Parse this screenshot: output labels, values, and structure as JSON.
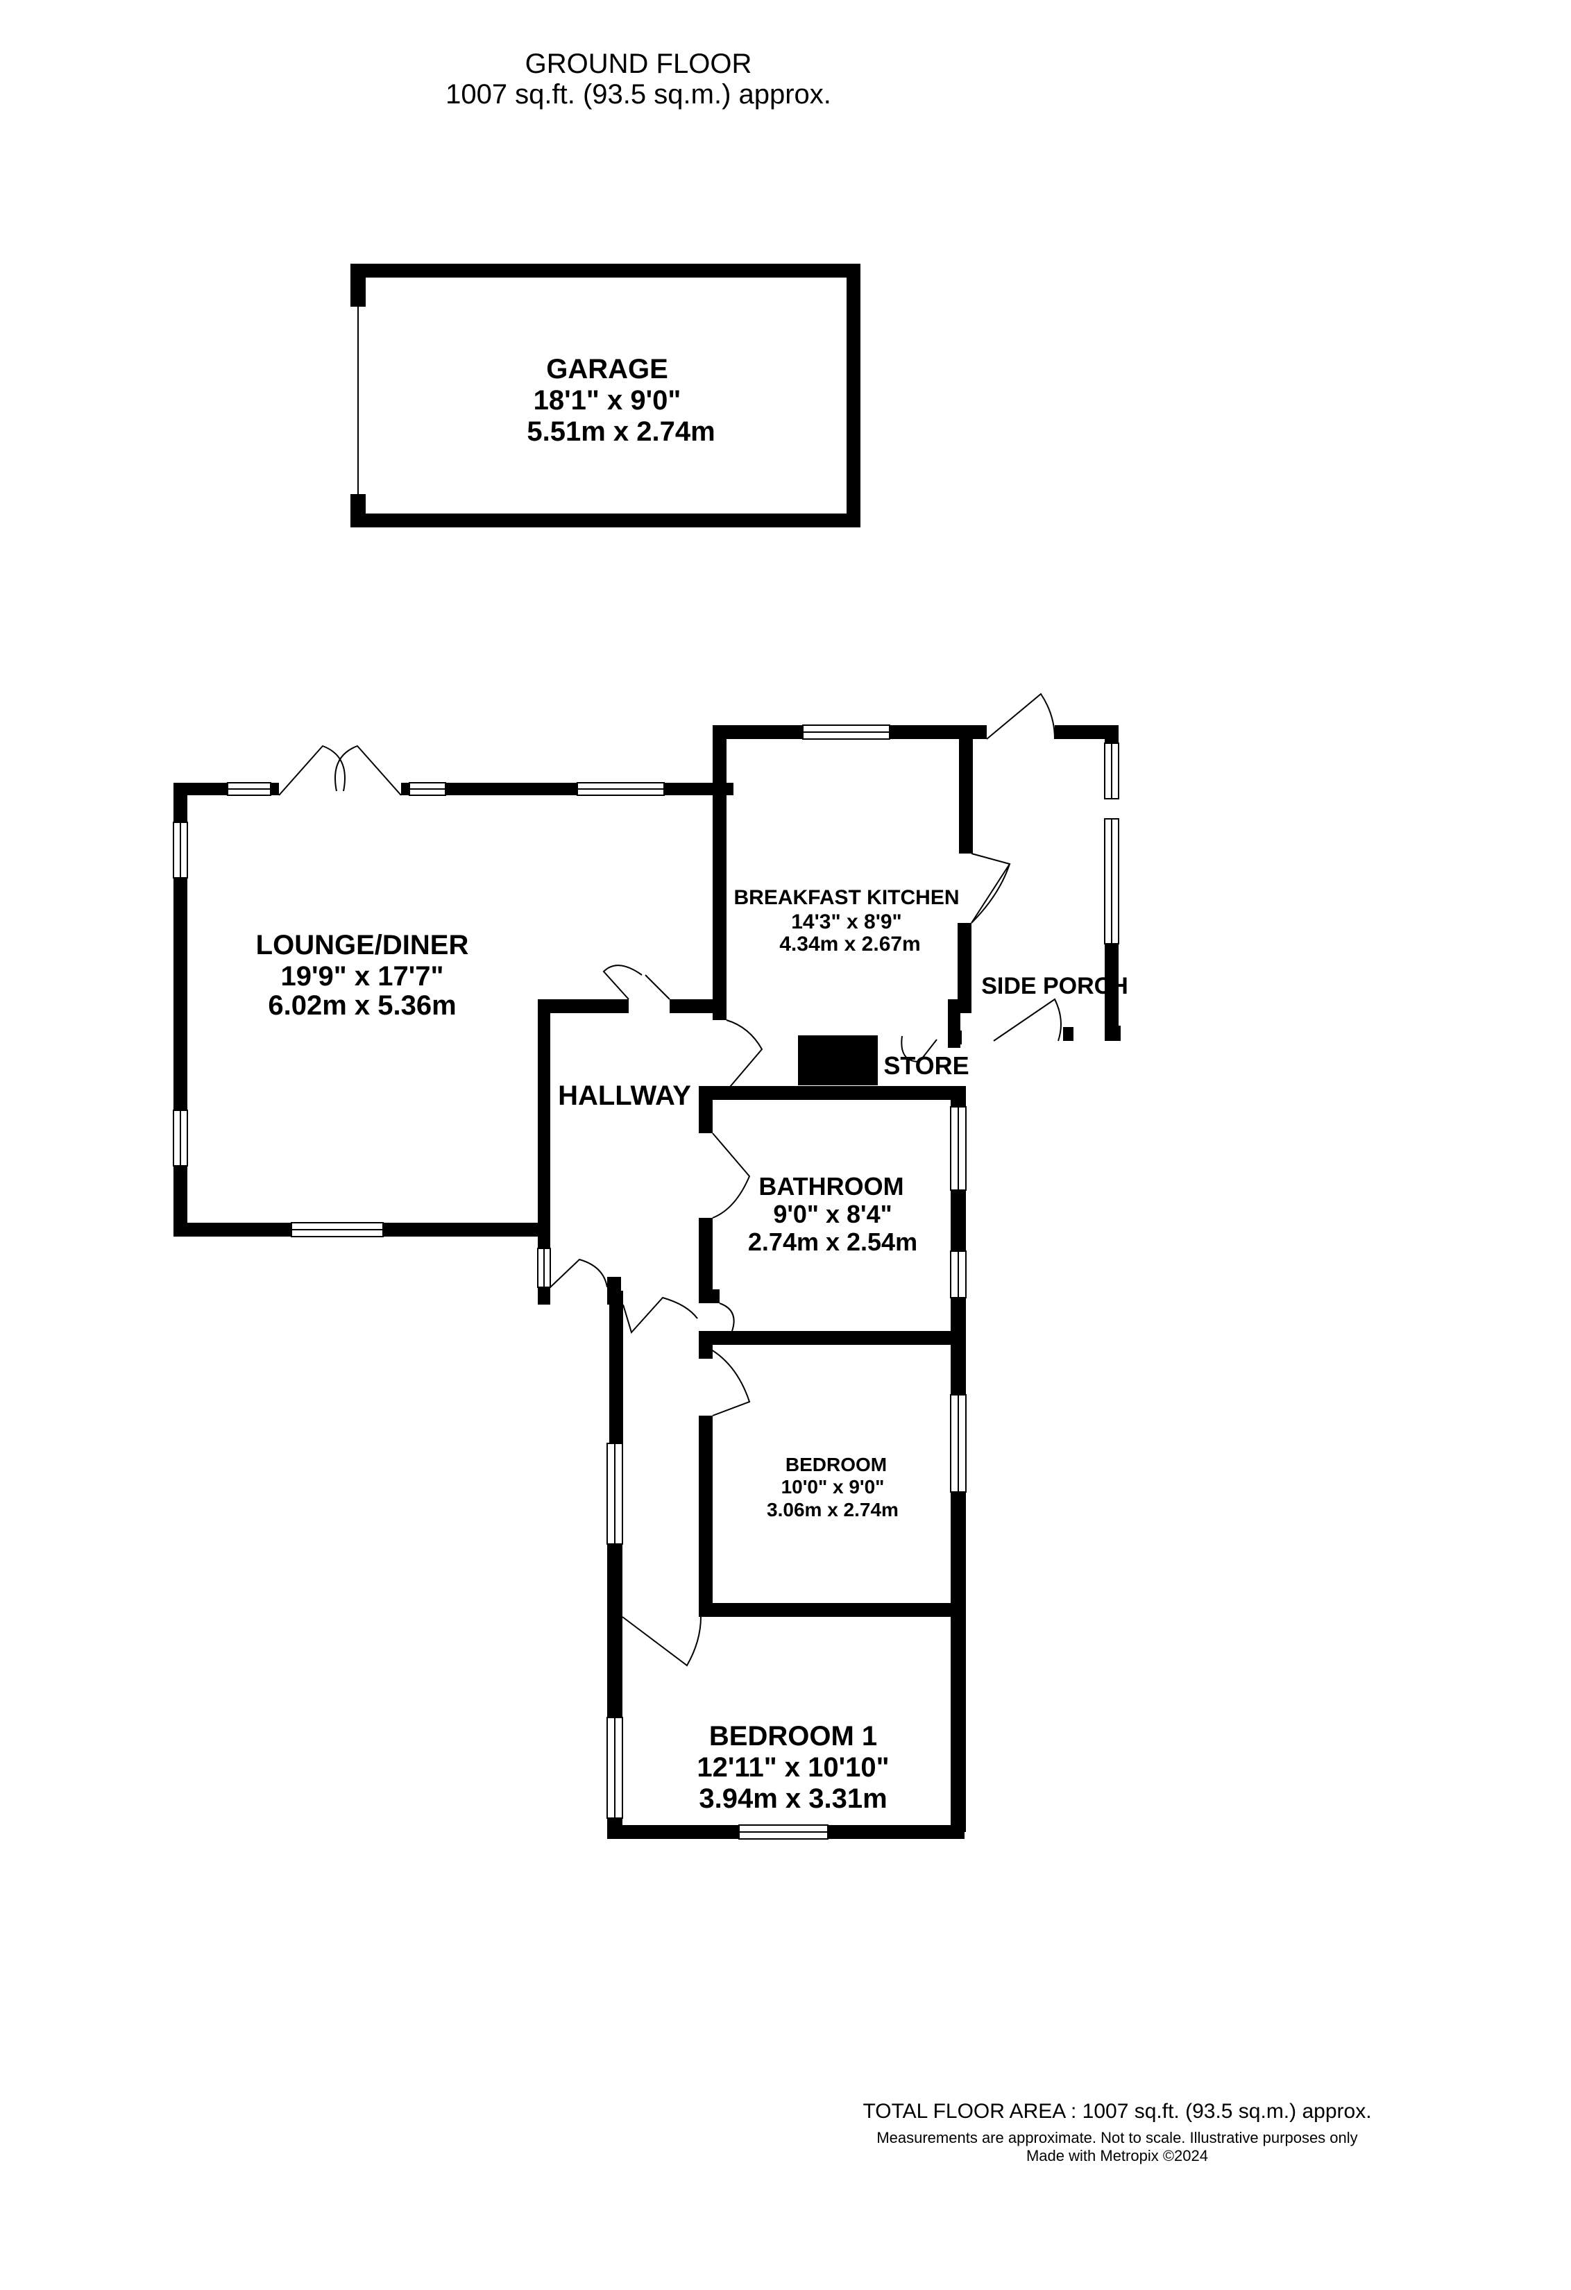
{
  "header": {
    "title": "GROUND FLOOR",
    "area": "1007 sq.ft. (93.5 sq.m.) approx."
  },
  "rooms": {
    "garage": {
      "name": "GARAGE",
      "imperial": "18'1\"  x 9'0\"",
      "metric": "5.51m  x 2.74m"
    },
    "lounge": {
      "name": "LOUNGE/DINER",
      "imperial": "19'9\"  x 17'7\"",
      "metric": "6.02m  x 5.36m"
    },
    "kitchen": {
      "name": "BREAKFAST KITCHEN",
      "imperial": "14'3\"  x 8'9\"",
      "metric": "4.34m  x 2.67m"
    },
    "side_porch": {
      "name": "SIDE PORCH"
    },
    "store": {
      "name": "STORE"
    },
    "hallway": {
      "name": "HALLWAY"
    },
    "bathroom": {
      "name": "BATHROOM",
      "imperial": "9'0\"  x 8'4\"",
      "metric": "2.74m  x 2.54m"
    },
    "bedroom": {
      "name": "BEDROOM",
      "imperial": "10'0\"  x 9'0\"",
      "metric": "3.06m  x 2.74m"
    },
    "bedroom1": {
      "name": "BEDROOM 1",
      "imperial": "12'11\"  x 10'10\"",
      "metric": "3.94m  x 3.31m"
    }
  },
  "footer": {
    "total": "TOTAL FLOOR AREA : 1007 sq.ft. (93.5 sq.m.) approx.",
    "disclaimer": "Measurements are approximate.  Not to scale.  Illustrative purposes only",
    "credit": "Made with Metropix ©2024"
  }
}
